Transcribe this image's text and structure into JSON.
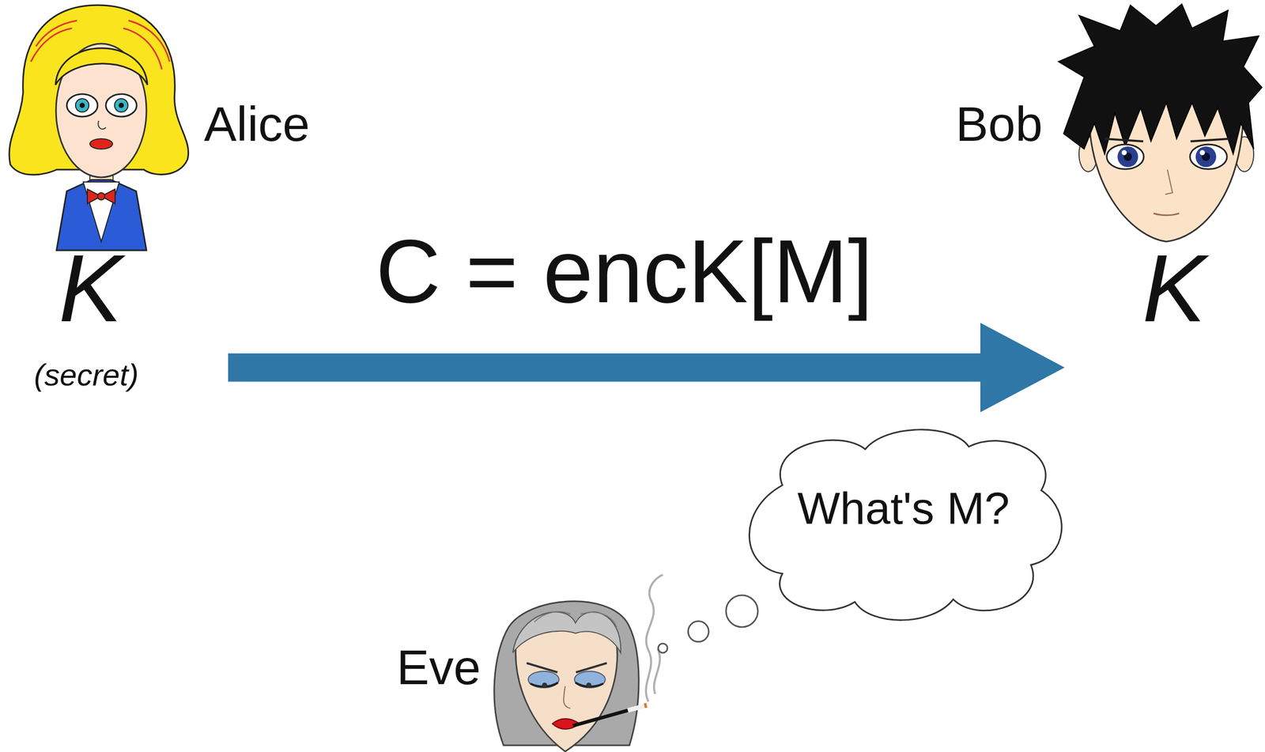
{
  "diagram": {
    "nodes": [
      {
        "text": [
          "Alice",
          "K",
          "(secret)"
        ]
      },
      {
        "text": [
          "Bob",
          "K"
        ]
      },
      {
        "text": [
          "Eve"
        ]
      },
      {
        "text": [
          "What's M?"
        ]
      }
    ],
    "edges": [
      {
        "from": 0,
        "to": 1,
        "arrow": "to",
        "label": "C = encK[M]"
      },
      {
        "from": 2,
        "to": 3,
        "arrow": "none"
      }
    ]
  }
}
